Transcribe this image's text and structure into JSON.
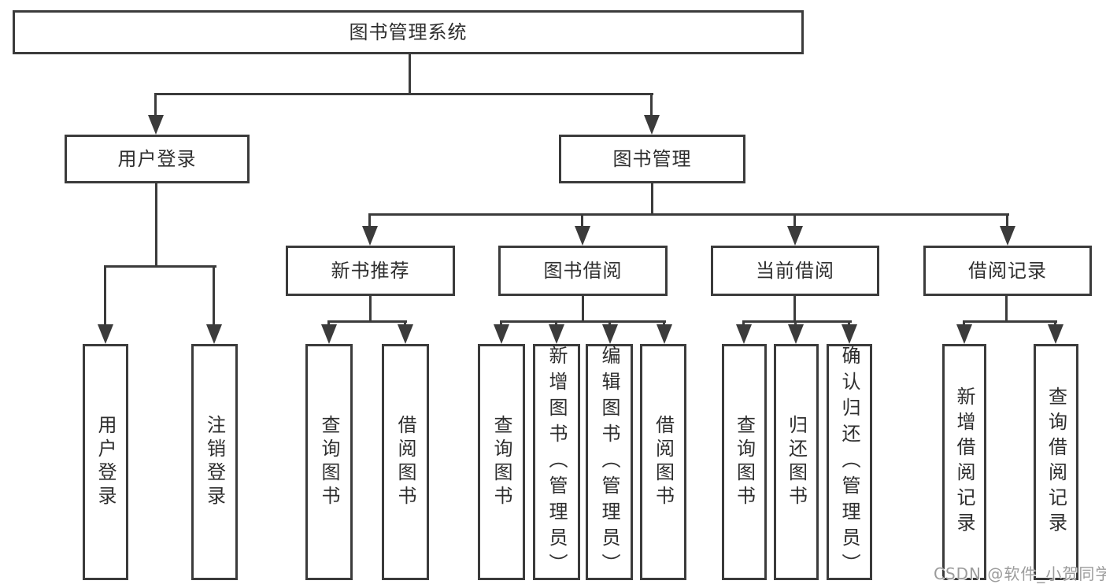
{
  "diagram": {
    "root": {
      "label": "图书管理系统"
    },
    "branches": [
      {
        "label": "用户登录",
        "children": [
          {
            "label": "用户登录"
          },
          {
            "label": "注销登录"
          }
        ]
      },
      {
        "label": "图书管理",
        "children": [
          {
            "label": "新书推荐",
            "children": [
              {
                "label": "查询图书"
              },
              {
                "label": "借阅图书"
              }
            ]
          },
          {
            "label": "图书借阅",
            "children": [
              {
                "label": "查询图书"
              },
              {
                "label": "新增图书（管理员）"
              },
              {
                "label": "编辑图书（管理员）"
              },
              {
                "label": "借阅图书"
              }
            ]
          },
          {
            "label": "当前借阅",
            "children": [
              {
                "label": "查询图书"
              },
              {
                "label": "归还图书"
              },
              {
                "label": "确认归还（管理员）"
              }
            ]
          },
          {
            "label": "借阅记录",
            "children": [
              {
                "label": "新增借阅记录"
              },
              {
                "label": "查询借阅记录"
              }
            ]
          }
        ]
      }
    ]
  },
  "watermark": {
    "text": "CSDN @软件_小贺同学"
  },
  "colors": {
    "line": "#3b3b3b",
    "text": "#2e2e2e",
    "background": "#ffffff",
    "watermark": "#9c9c9c"
  }
}
